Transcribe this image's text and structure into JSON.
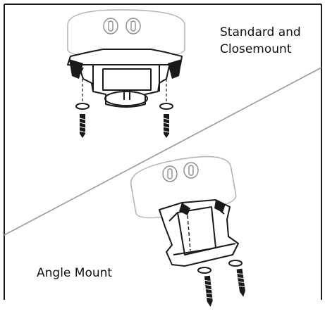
{
  "labels": {
    "standard_line1": "Standard and",
    "standard_line2": "Closemount",
    "angle": "Angle Mount"
  },
  "colors": {
    "outline": "#1a1a1a",
    "ghost_outline": "#b0b0b0",
    "divider": "#9a9a9a",
    "fill_dark": "#1a1a1a",
    "background": "#ffffff"
  }
}
